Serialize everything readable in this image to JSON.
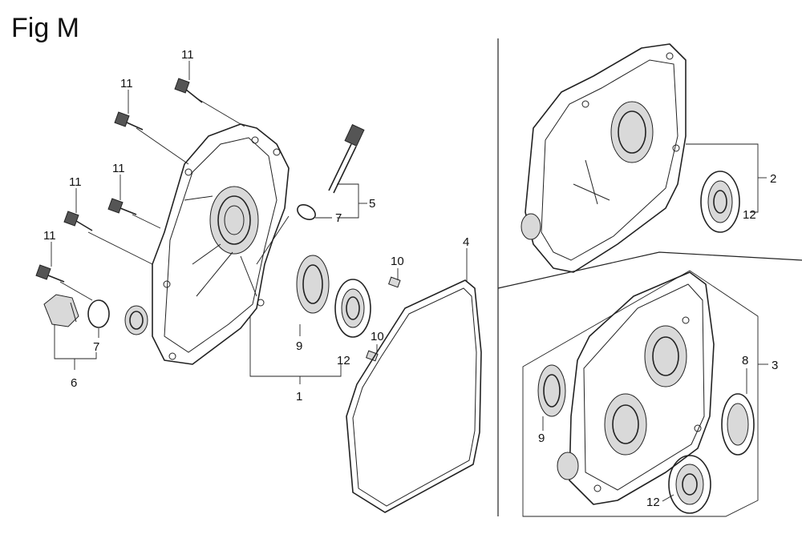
{
  "figure": {
    "title": "Fig M"
  },
  "callouts": {
    "c11a": "11",
    "c11b": "11",
    "c11c": "11",
    "c11d": "11",
    "c11e": "11",
    "c5": "5",
    "c7a": "7",
    "c7b": "7",
    "c10a": "10",
    "c10b": "10",
    "c4": "4",
    "c9a": "9",
    "c12a": "12",
    "c1": "1",
    "c6": "6",
    "c2": "2",
    "c12b": "12",
    "c3": "3",
    "c8": "8",
    "c9b": "9",
    "c12c": "12"
  }
}
